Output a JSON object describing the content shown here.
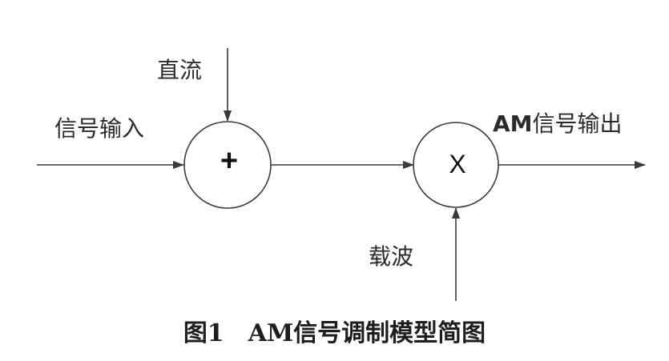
{
  "labels": {
    "dc": "直流",
    "signal_input": "信号输入",
    "am_output_prefix": "AM",
    "am_output_suffix": "信号输出",
    "carrier": "载波"
  },
  "operators": {
    "adder": "+",
    "multiplier": "X"
  },
  "caption": {
    "figure_number": "图1",
    "title": "AM信号调制模型简图"
  },
  "colors": {
    "line": "#3a3a3a",
    "text": "#2b2b2b"
  }
}
